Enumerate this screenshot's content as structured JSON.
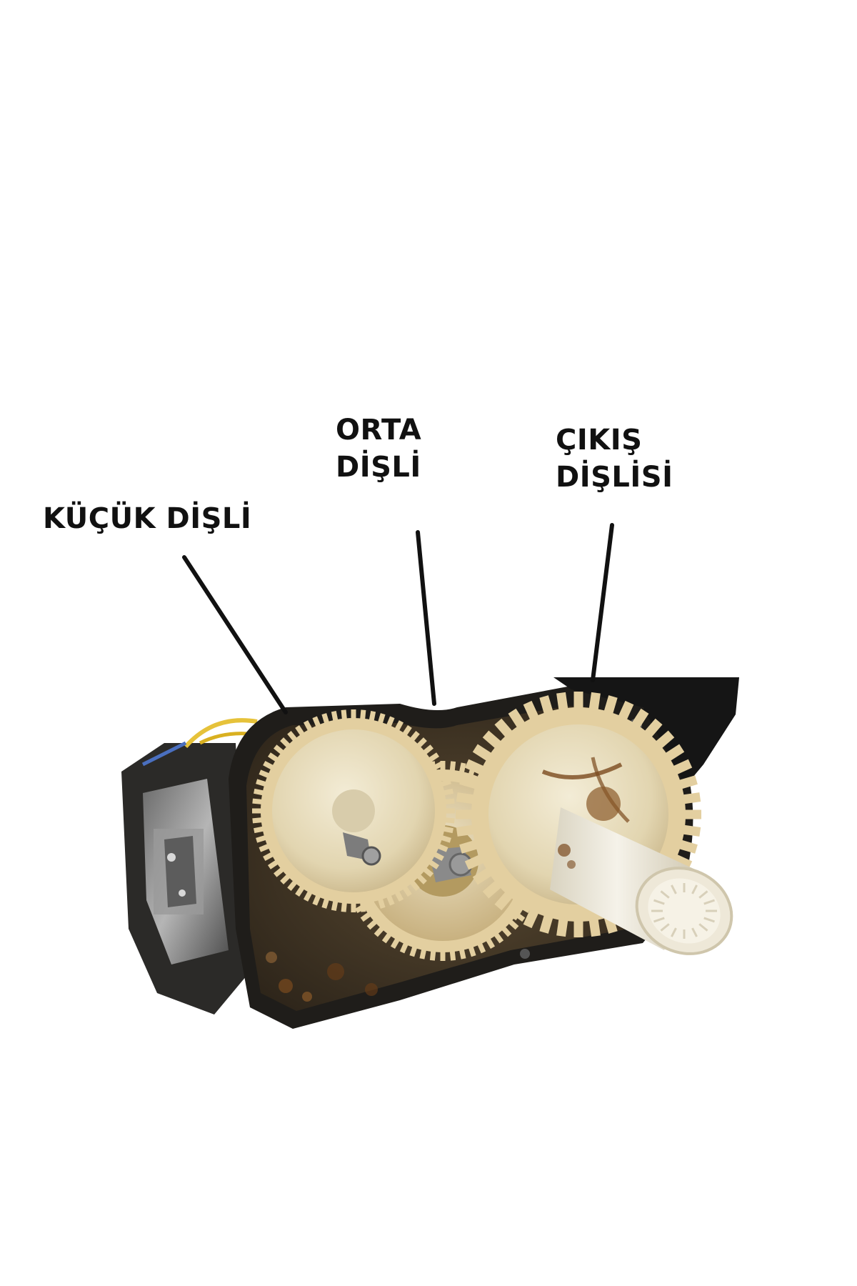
{
  "labels": {
    "small_gear": [
      "KÜÇÜK DİŞLİ"
    ],
    "middle_gear": [
      "ORTA",
      "DİŞLİ"
    ],
    "output_gear": [
      "ÇIKIŞ",
      "DİŞLİSİ"
    ]
  },
  "colors": {
    "housing": "#1f1d1a",
    "gear_cream": "#e8dcb8",
    "gear_teeth": "#e3cfa0",
    "rust": "#7a4a1e",
    "metal": "#8f8f8f",
    "leader_line": "#111111"
  },
  "parts": [
    "small_gear",
    "middle_gear",
    "output_gear",
    "output_shaft",
    "motor",
    "gearbox_housing"
  ]
}
